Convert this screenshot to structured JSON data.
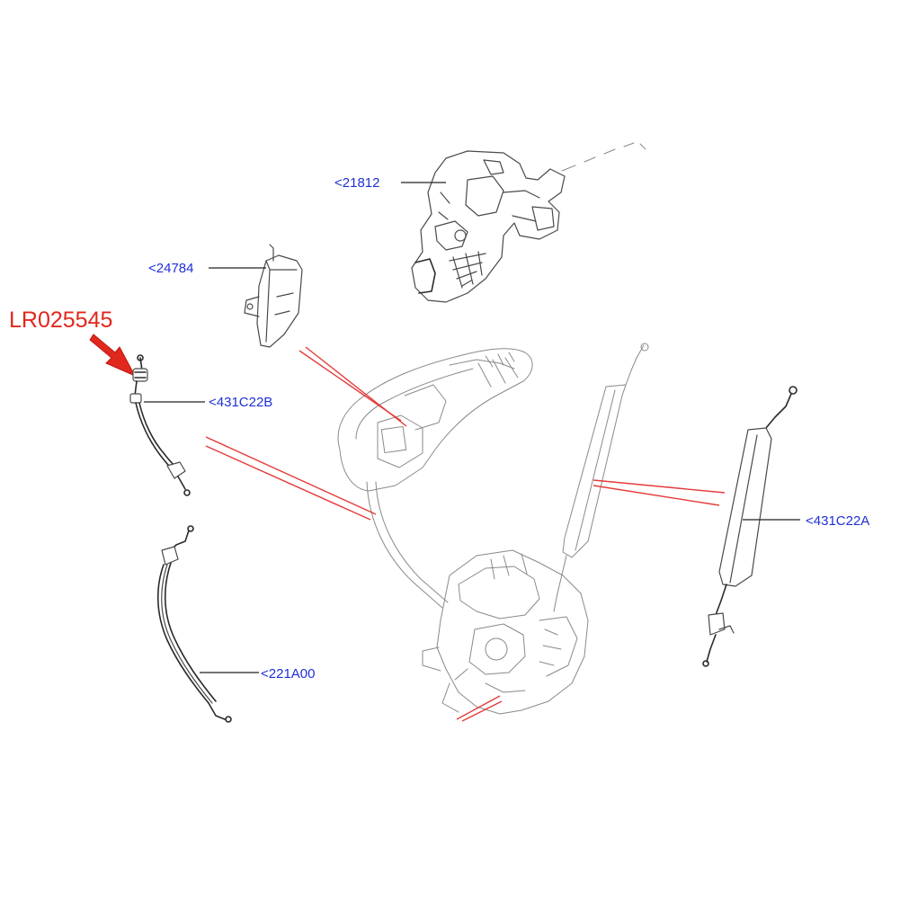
{
  "highlight": {
    "part_number": "LR025545",
    "color": "#e0281e"
  },
  "callouts": [
    {
      "id": "21812",
      "label": "<21812"
    },
    {
      "id": "24784",
      "label": "<24784"
    },
    {
      "id": "431C22B",
      "label": "<431C22B"
    },
    {
      "id": "431C22A",
      "label": "<431C22A"
    },
    {
      "id": "221A00",
      "label": "<221A00"
    }
  ],
  "colors": {
    "callout_text": "#1f2fd6",
    "connector_lines": "#e53a3a",
    "drawing_ink": "#4a4a4a"
  }
}
